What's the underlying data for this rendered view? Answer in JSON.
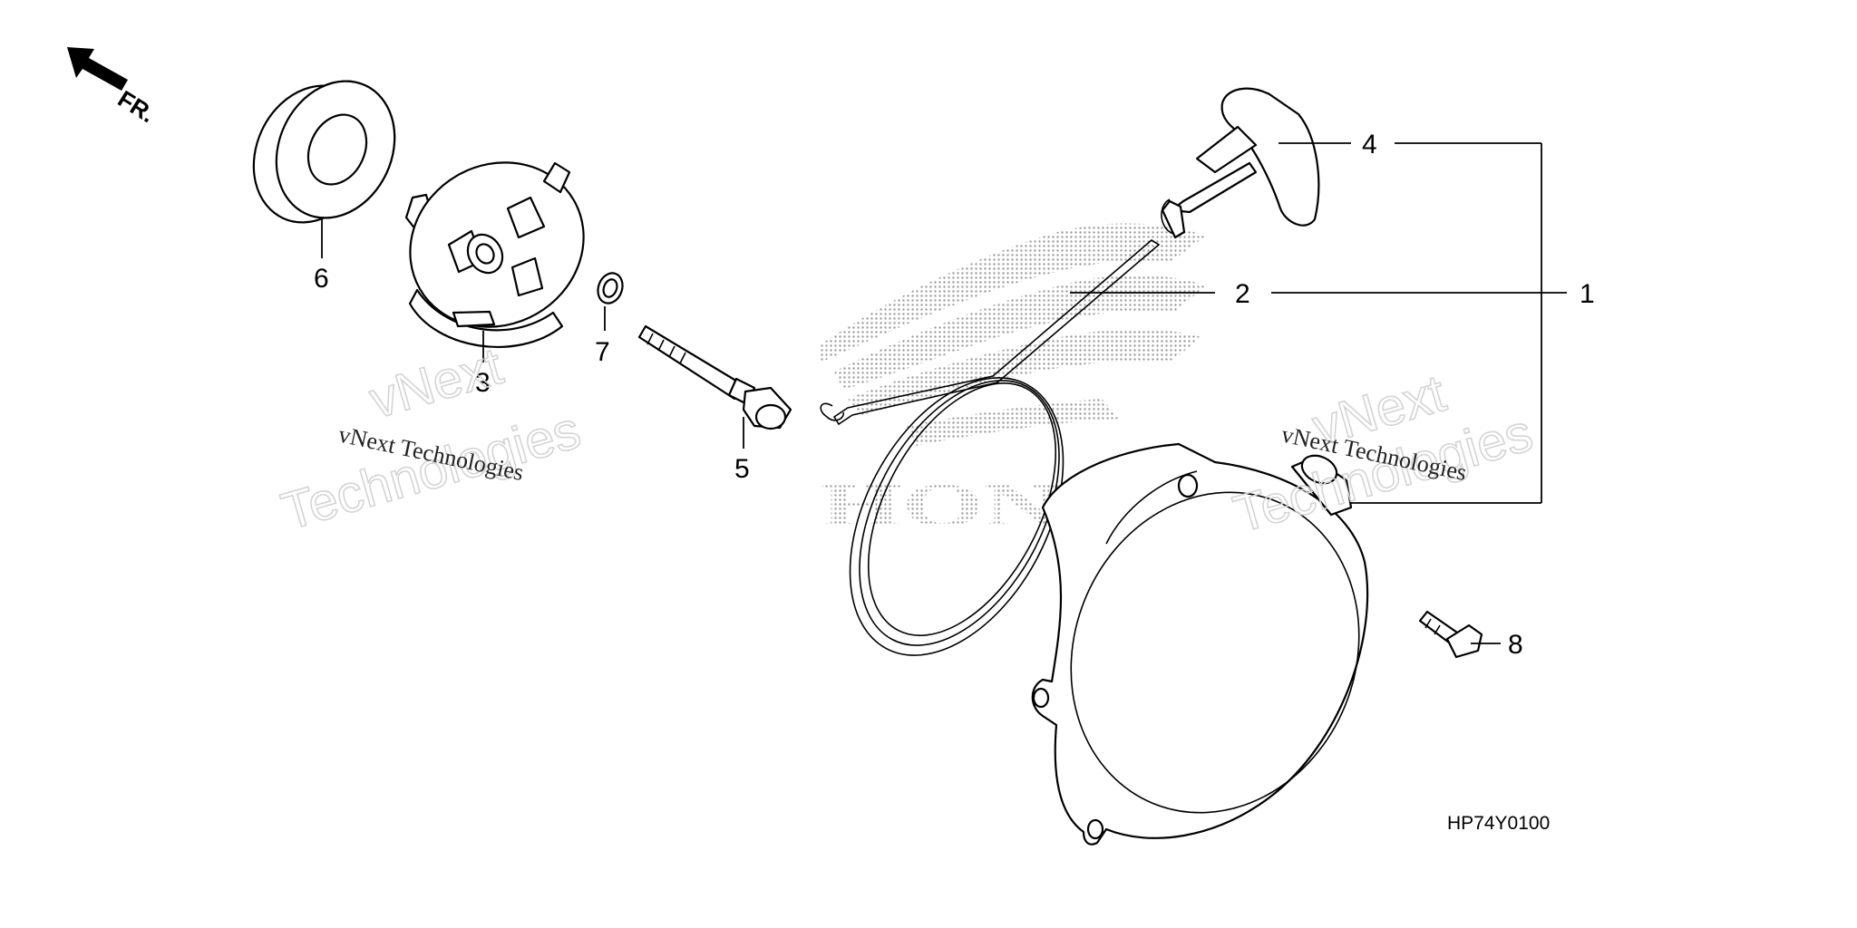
{
  "direction_label": "FR.",
  "callouts": {
    "c1": "1",
    "c2": "2",
    "c3": "3",
    "c4": "4",
    "c5": "5",
    "c6": "6",
    "c7": "7",
    "c8": "8"
  },
  "diagram_code": "HP74Y0100",
  "watermark": {
    "brand": "vNext",
    "full": "vNext Technologies",
    "outline_top": "vNext",
    "outline_bottom": "Technologies"
  },
  "logo_text": "HONDA",
  "icons": {
    "direction": "arrow-up-left-icon"
  }
}
